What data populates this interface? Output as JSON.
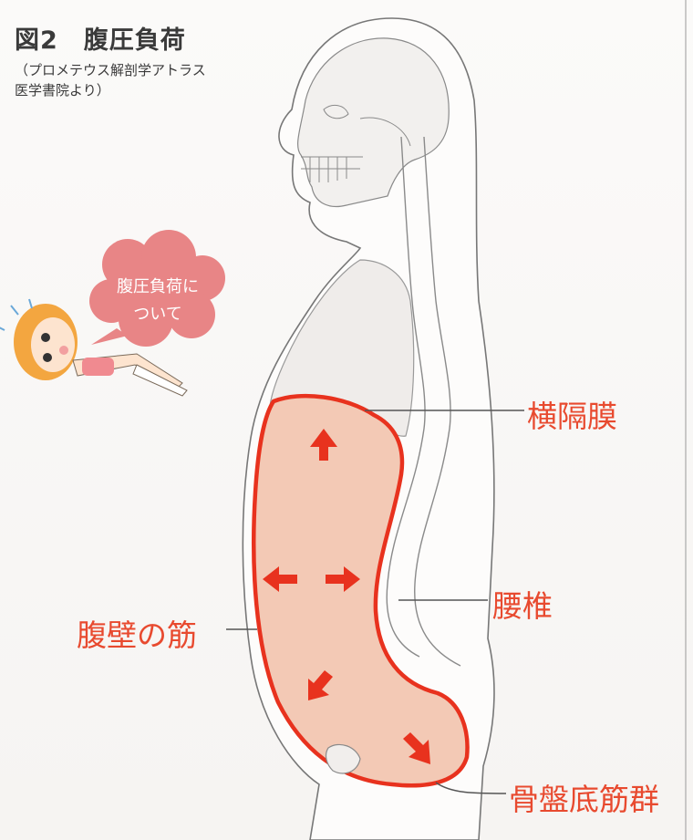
{
  "figure": {
    "title": "図2　腹圧負荷",
    "source_line1": "（プロメテウス解剖学アトラス",
    "source_line2": "医学書院より）"
  },
  "bubble": {
    "line1": "腹圧負荷に",
    "line2": "ついて"
  },
  "labels": {
    "diaphragm": "横隔膜",
    "lumbar_spine": "腰椎",
    "abdominal_wall": "腹壁の筋",
    "pelvic_floor": "骨盤底筋群"
  },
  "colors": {
    "accent_red": "#e8321e",
    "cavity_fill": "#f3c9b5",
    "bubble_pink": "#e88586",
    "line_gray": "#555555"
  }
}
